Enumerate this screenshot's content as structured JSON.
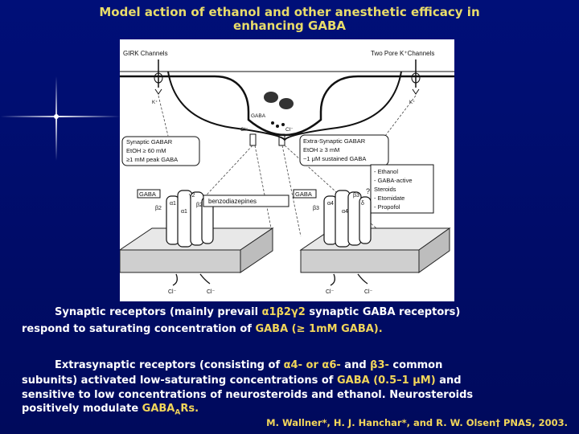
{
  "title": {
    "line1": "Model action of ethanol and other anesthetic efficacy in",
    "line2": "enhancing GABA"
  },
  "figure": {
    "girk_label": "GIRK Channels",
    "two_pore_label": "Two Pore K⁺Channels",
    "k_plus": "K⁺",
    "gaba_label": "GABA",
    "gaba_vesicle_label": "GABA",
    "cl_minus": "Cl⁻",
    "synaptic_box": [
      "Synaptic GABAR",
      "EtOH ≥ 60 mM",
      "≥1 mM peak GABA"
    ],
    "extra_box": [
      "Extra-Synaptic GABAR",
      "EtOH ≥ 3 mM",
      "~1 μM sustained GABA"
    ],
    "modulators": [
      "- Ethanol",
      "- GABA-active",
      "  Steroids",
      "- Etomidate",
      "- Propofol"
    ],
    "benzodiazepines": "benzodiazepines",
    "synaptic_subunits": [
      "α1",
      "β2",
      "γ2",
      "α1",
      "β2"
    ],
    "extra_subunits": [
      "α4",
      "β3",
      "δ",
      "α4",
      "β3"
    ],
    "question_mark": "?"
  },
  "paragraph1": {
    "line1_a": "Synaptic receptors (mainly prevail ",
    "line1_b": "α1β2γ2",
    "line1_c": " synaptic GABA receptors)",
    "line2_a": "respond to saturating concentration of ",
    "line2_b": "GABA (≥ 1mM GABA)."
  },
  "paragraph2": {
    "line1_a": "Extrasynaptic receptors (consisting of ",
    "line1_b": "α4- or α6-",
    "line1_c": " and ",
    "line1_d": "β3-",
    "line1_e": " common",
    "line2_a": "subunits) activated low-saturating concentrations of ",
    "line2_b": "GABA  (0.5–1 μM)",
    "line2_c": " and",
    "line3": "sensitive to low concentrations of neurosteroids and ethanol. Neurosteroids",
    "line4_a": "positively modulate ",
    "line4_b": "GABA",
    "line4_sub": "A",
    "line4_c": "Rs."
  },
  "citation": "M. Wallner*, H. J. Hanchar*, and R. W. Olsen† PNAS, 2003.",
  "colors": {
    "background": "#000c6b",
    "title": "#e8dc6a",
    "highlight": "#f2d65a",
    "text": "#ffffff"
  }
}
